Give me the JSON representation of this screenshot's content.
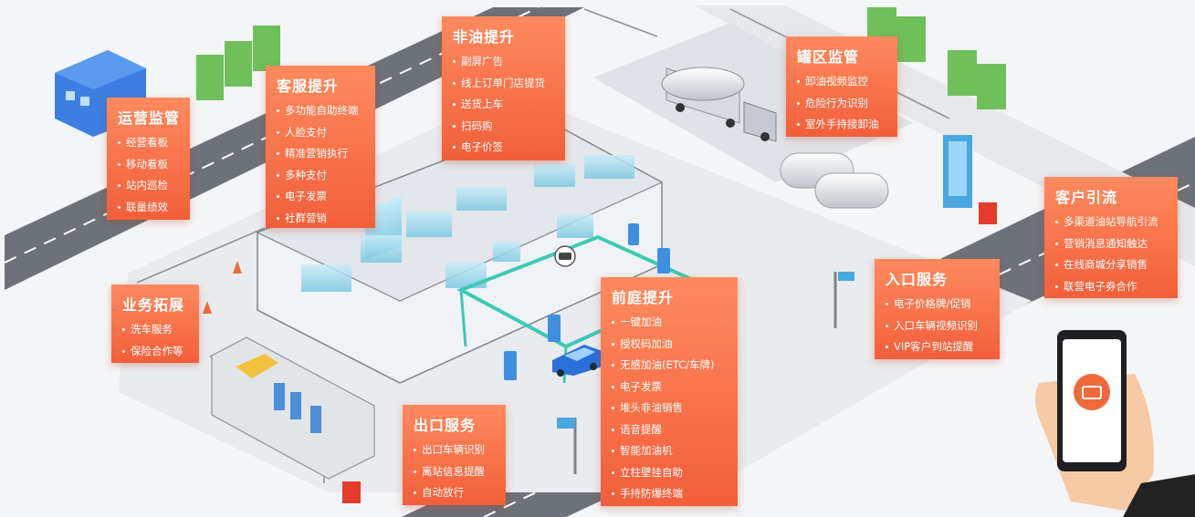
{
  "modules": [
    {
      "id": "ops",
      "title": "运营监管",
      "items": [
        "经营看板",
        "移动看板",
        "站内巡检",
        "联量绩效"
      ]
    },
    {
      "id": "service",
      "title": "客服提升",
      "items": [
        "多功能自助终端",
        "人脸支付",
        "精准营销执行",
        "多种支付",
        "电子发票",
        "社群营销"
      ]
    },
    {
      "id": "nonoil",
      "title": "非油提升",
      "items": [
        "副屏广告",
        "线上订单门店提货",
        "送货上车",
        "扫码购",
        "电子价签"
      ]
    },
    {
      "id": "tank",
      "title": "罐区监管",
      "items": [
        "卸油视频监控",
        "危险行为识别",
        "室外手持接卸油"
      ]
    },
    {
      "id": "traffic",
      "title": "客户引流",
      "items": [
        "多渠道油站导航引流",
        "营销消息通知触达",
        "在线商城分享销售",
        "联营电子券合作"
      ]
    },
    {
      "id": "entry",
      "title": "入口服务",
      "items": [
        "电子价格牌/促销",
        "入口车辆视频识别",
        "VIP客户到站提醒"
      ]
    },
    {
      "id": "forecourt",
      "title": "前庭提升",
      "items": [
        "一键加油",
        "授权码加油",
        "无感加油(ETC/车牌)",
        "电子发票",
        "堆头非油销售",
        "语音提醒",
        "智能加油机",
        "立柱壁挂自助",
        "手持防爆终端"
      ]
    },
    {
      "id": "exit",
      "title": "出口服务",
      "items": [
        "出口车辆识别",
        "离站信息提醒",
        "自动放行"
      ]
    },
    {
      "id": "biz",
      "title": "业务拓展",
      "items": [
        "洗车服务",
        "保险合作等"
      ]
    }
  ],
  "colors": {
    "card_top": "#ff8a5e",
    "card_bottom": "#f25f3a",
    "road": "#6d7178",
    "ground": "#eef0f3",
    "glass": "#9cd4ea",
    "tree": "#6fbf5a"
  },
  "icons": [
    "phone-hand-icon",
    "sign-icon",
    "tanker-truck-icon",
    "fuel-pump-icon",
    "car-icon",
    "tree-icon",
    "building-icon",
    "traffic-cone-icon",
    "fire-extinguisher-icon",
    "camera-icon"
  ]
}
